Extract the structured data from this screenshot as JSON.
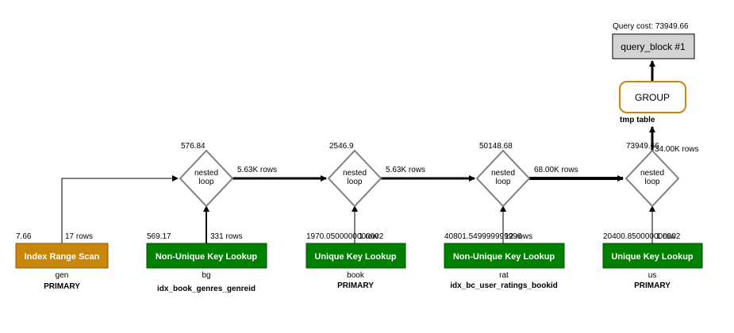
{
  "query_cost_label": "Query cost: 73949.66",
  "query_block": {
    "label": "query_block #1"
  },
  "group": {
    "label": "GROUP",
    "sub": "tmp table"
  },
  "colors": {
    "index_range_scan": "#c8860a",
    "lookup": "#008000",
    "group_border": "#c8860a",
    "query_block_fill": "#d3d3d3",
    "diamond_stroke": "#808080"
  },
  "nested_loops": [
    {
      "label_line1": "nested",
      "label_line2": "loop",
      "cost": "576.84",
      "out_rows": "5.63K rows"
    },
    {
      "label_line1": "nested",
      "label_line2": "loop",
      "cost": "2546.9",
      "out_rows": "5.63K rows"
    },
    {
      "label_line1": "nested",
      "label_line2": "loop",
      "cost": "50148.68",
      "out_rows": "68.00K rows"
    },
    {
      "label_line1": "nested",
      "label_line2": "loop",
      "cost": "73949.66",
      "out_rows": "34.00K rows"
    }
  ],
  "access_nodes": [
    {
      "label": "Index Range Scan",
      "cost": "7.66",
      "rows": "17 rows",
      "table": "gen",
      "key": "PRIMARY",
      "kind": "index_range_scan"
    },
    {
      "label": "Non-Unique Key Lookup",
      "cost": "569.17",
      "rows": "331 rows",
      "table": "bg",
      "key": "idx_book_genres_genreid",
      "kind": "lookup"
    },
    {
      "label": "Unique Key Lookup",
      "cost": "1970.0500000000002",
      "rows": "1 row",
      "table": "book",
      "key": "PRIMARY",
      "kind": "lookup"
    },
    {
      "label": "Non-Unique Key Lookup",
      "cost": "40801.549999999996",
      "rows": "12 rows",
      "table": "rat",
      "key": "idx_bc_user_ratings_bookid",
      "kind": "lookup"
    },
    {
      "label": "Unique Key Lookup",
      "cost": "20400.850000000002",
      "rows": "1 row",
      "table": "us",
      "key": "PRIMARY",
      "kind": "lookup"
    }
  ]
}
